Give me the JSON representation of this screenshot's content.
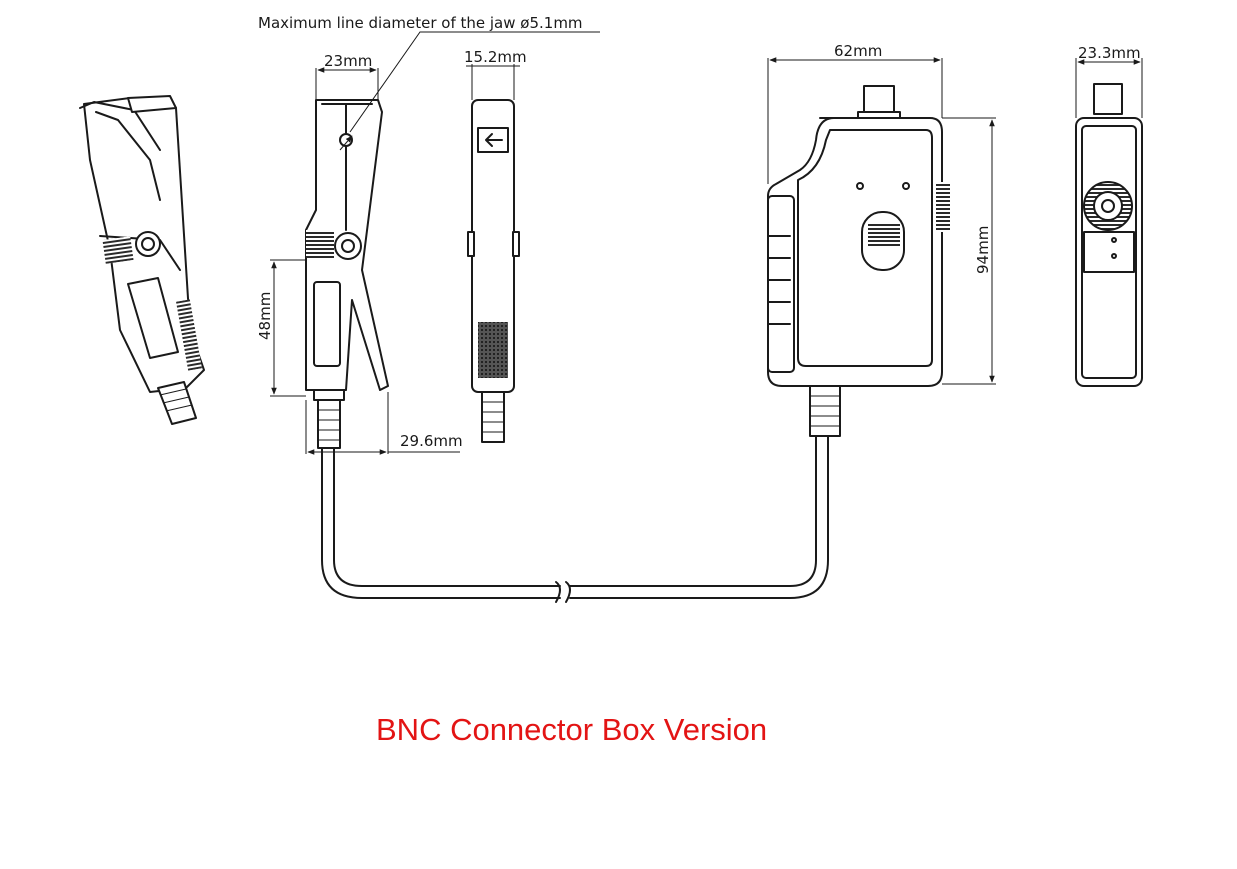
{
  "annotations": {
    "jaw_note": "Maximum line diameter of the jaw ø5.1mm",
    "clamp_width": "23mm",
    "clamp_thickness": "15.2mm",
    "clamp_body_height": "48mm",
    "clamp_jaw_opening": "29.6mm",
    "box_width": "62mm",
    "box_height": "94mm",
    "box_thickness": "23.3mm"
  },
  "caption": "BNC Connector Box Version",
  "colors": {
    "caption": "#e31414",
    "line": "#1a1a1a"
  },
  "icons": {
    "direction_arrow": "left-arrow-icon"
  }
}
